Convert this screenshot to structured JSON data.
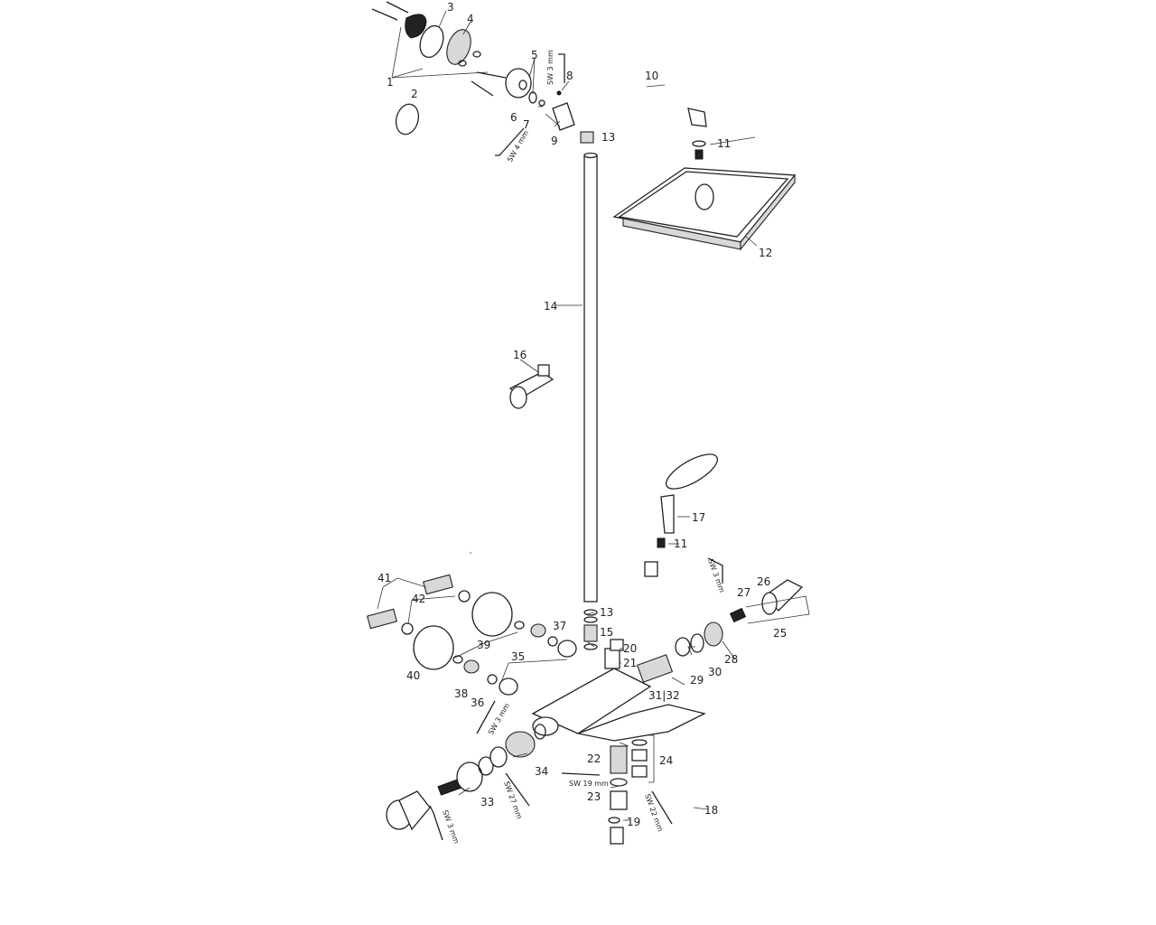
{
  "diagram": {
    "title": "Exploded view — shower system with thermostatic bath mixer",
    "labels": {
      "p1": "1",
      "p2": "2",
      "p3": "3",
      "p4": "4",
      "p5": "5",
      "p6": "6",
      "p7": "7",
      "p8": "8",
      "p9": "9",
      "p10": "10",
      "p11a": "11",
      "p11b": "11",
      "p12": "12",
      "p13a": "13",
      "p13b": "13",
      "p14": "14",
      "p15": "15",
      "p16": "16",
      "p17": "17",
      "p18": "18",
      "p19": "19",
      "p20": "20",
      "p21": "21",
      "p22": "22",
      "p23": "23",
      "p24": "24",
      "p25": "25",
      "p26": "26",
      "p27": "27",
      "p28": "28",
      "p29": "29",
      "p30": "30",
      "p3132": "31|32",
      "p33": "33",
      "p34": "34",
      "p35": "35",
      "p36": "36",
      "p37": "37",
      "p38": "38",
      "p39": "39",
      "p40": "40",
      "p41": "41",
      "p42": "42"
    },
    "tools": {
      "sw3_top": "SW 3 mm",
      "sw4": "SW 4 mm",
      "sw3_right": "SW 3 mm",
      "sw3_left": "SW 3 mm",
      "sw27": "SW 27 mm",
      "sw19": "SW 19 mm",
      "sw22": "SW 22 mm",
      "sw3_bottom": "SW 3 mm"
    }
  }
}
